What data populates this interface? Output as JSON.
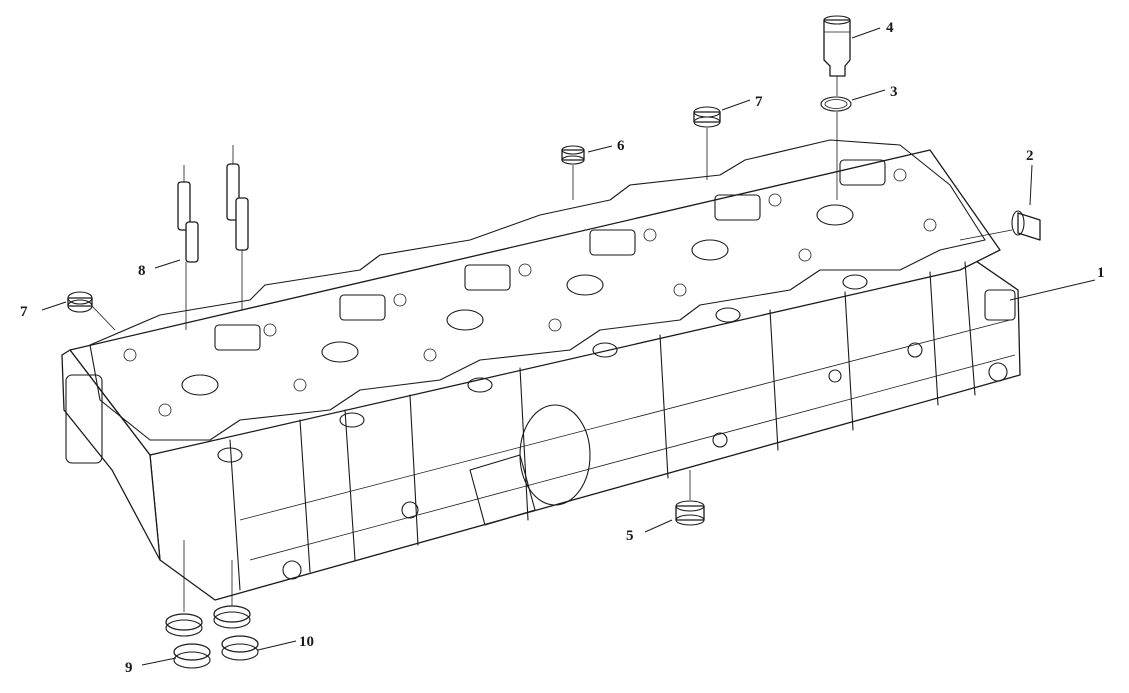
{
  "diagram": {
    "type": "exploded-parts-view",
    "subject": "cylinder head assembly",
    "colors": {
      "line": "#1a1a1a",
      "background": "#ffffff",
      "watermark": "#d6d6d6"
    },
    "callouts": [
      {
        "id": "c1",
        "label": "1"
      },
      {
        "id": "c2",
        "label": "2"
      },
      {
        "id": "c3",
        "label": "3"
      },
      {
        "id": "c4",
        "label": "4"
      },
      {
        "id": "c5",
        "label": "5"
      },
      {
        "id": "c6",
        "label": "6"
      },
      {
        "id": "c7a",
        "label": "7"
      },
      {
        "id": "c7b",
        "label": "7"
      },
      {
        "id": "c8",
        "label": "8"
      },
      {
        "id": "c9",
        "label": "9"
      },
      {
        "id": "c10",
        "label": "10"
      }
    ]
  }
}
